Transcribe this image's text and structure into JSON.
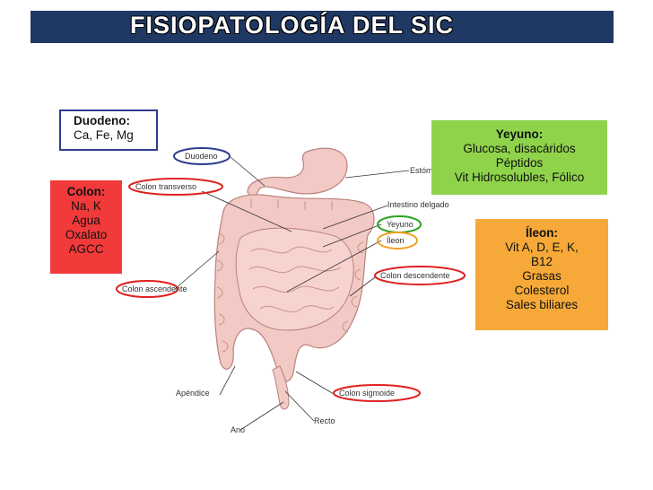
{
  "title": "FISIOPATOLOGÍA  DEL  SIC",
  "anatomy_labels": {
    "duodeno": "Duodeno",
    "colon_transverso": "Colon transverso",
    "estomago": "Estómago",
    "intestino_delgado": "Intestino delgado",
    "yeyuno": "Yeyuno",
    "ileon": "Íleon",
    "colon_ascendente": "Colon ascendente",
    "colon_descendente": "Colon descendente",
    "apendice": "Apéndice",
    "colon_sigmoide": "Colon sigmoide",
    "recto": "Recto",
    "ano": "Ano"
  },
  "boxes": {
    "duodeno": {
      "heading": "Duodeno:",
      "lines": [
        "Ca, Fe, Mg"
      ]
    },
    "colon": {
      "heading": "Colon:",
      "lines": [
        "Na, K",
        "Agua",
        "Oxalato",
        "AGCC"
      ]
    },
    "yeyuno": {
      "heading": "Yeyuno:",
      "lines": [
        "Glucosa, disacáridos",
        "Péptidos",
        "Vit Hidrosolubles, Fólico"
      ]
    },
    "ileon": {
      "heading": "Íleon:",
      "lines": [
        "Vit A, D, E, K,",
        "B12",
        "Grasas",
        "Colesterol",
        "Sales biliares"
      ]
    }
  },
  "colors": {
    "title_bar": "#1f3864",
    "duodeno_border": "#2f3e8f",
    "colon_fill": "#f23a3a",
    "yeyuno_fill": "#8fd34b",
    "ileon_fill": "#f6a938",
    "organ_fill": "#f2c9c4"
  }
}
